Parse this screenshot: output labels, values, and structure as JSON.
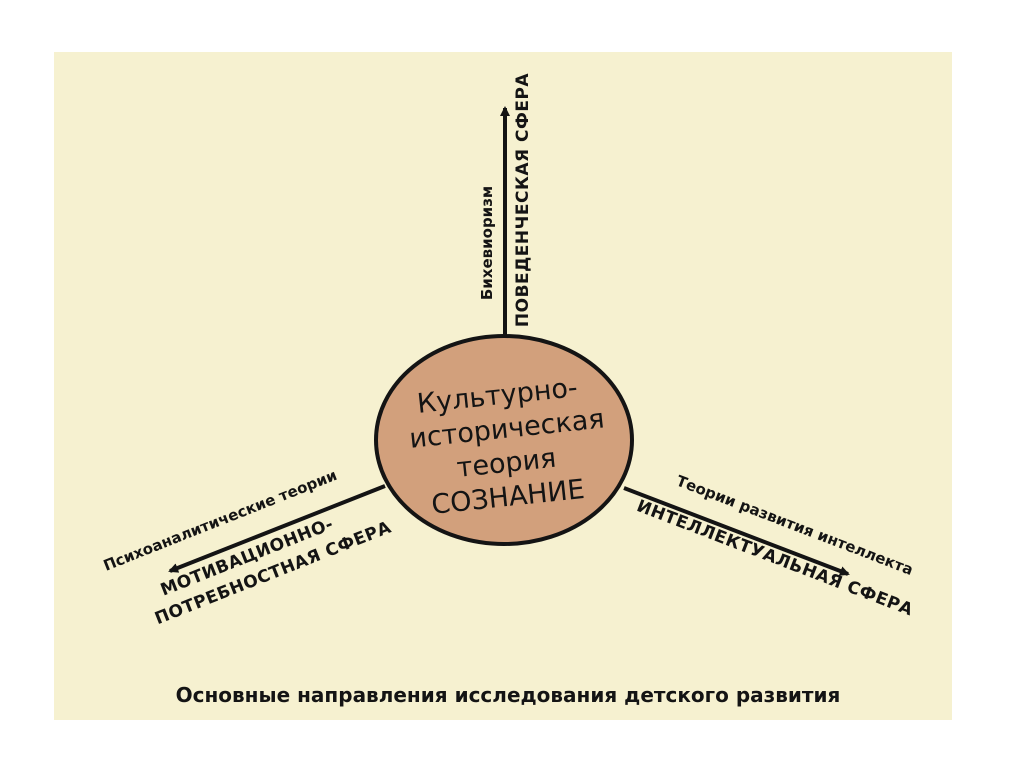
{
  "center": {
    "lines": [
      "Культурно-",
      "историческая",
      "теория",
      "СОЗНАНИЕ"
    ]
  },
  "top_branch": {
    "theory": "Бихевиоризм",
    "sphere": "ПОВЕДЕНЧЕСКАЯ СФЕРА"
  },
  "left_branch": {
    "theory": "Психоаналитические теории",
    "sphere_line1": "МОТИВАЦИОННО-",
    "sphere_line2": "ПОТРЕБНОСТНАЯ СФЕРА"
  },
  "right_branch": {
    "theory": "Теории развития интеллекта",
    "sphere": "ИНТЕЛЛЕКТУАЛЬНАЯ СФЕРА"
  },
  "caption": "Основные направления исследования детского развития",
  "colors": {
    "panel": "#f6f1d0",
    "circle_fill": "#d2a07c",
    "ink": "#141414"
  }
}
